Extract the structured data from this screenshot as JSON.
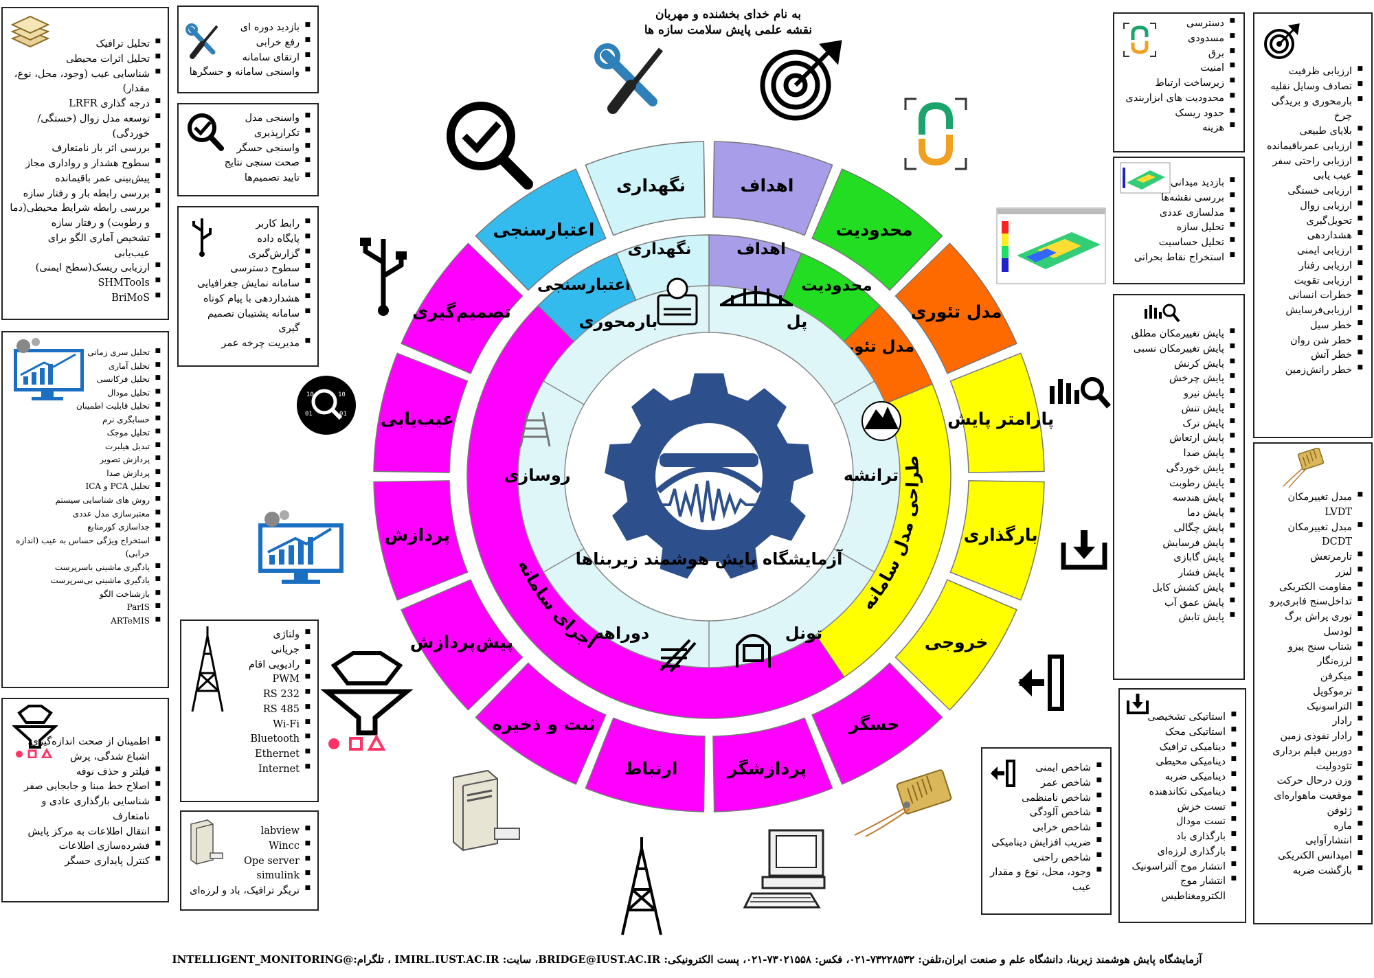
{
  "header": {
    "line1": "به نام خدای بخشنده و مهربان",
    "line2": "نقشه علمی پایش سلامت سازه ها"
  },
  "footer": {
    "text": "آزمایشگاه پایش هوشمند زیربنا، دانشگاه علم و صنعت ایران،تلفن: ۷۳۲۲۸۵۳۲-۰۲۱، فکس: ۷۳۰۲۱۵۵۸-۰۲۱، پست الکترونیکی: BRIDGE@IUST.AC.IR، سایت: IMIRL.IUST.AC.IR ، تلگرام:@INTELLIGENT_MONITORING"
  },
  "center": {
    "title": "آزمایشگاه پایش هوشمند زیربناها"
  },
  "colors": {
    "magenta": "#ff00ff",
    "cyan": "#33bbee",
    "lightcyan": "#cff4f9",
    "lavender": "#a79de8",
    "green": "#22dd22",
    "orange": "#ff6a00",
    "yellow": "#ffff00",
    "gear": "#2d4f8c"
  },
  "outer_ring": [
    {
      "label": "اهداف",
      "color": "#a79de8"
    },
    {
      "label": "محدودیت",
      "color": "#22dd22"
    },
    {
      "label": "مدل تئوری",
      "color": "#ff6a00"
    },
    {
      "label": "پارامتر پایش",
      "color": "#ffff00"
    },
    {
      "label": "بارگذاری",
      "color": "#ffff00"
    },
    {
      "label": "خروجی",
      "color": "#ffff00"
    },
    {
      "label": "حسگر",
      "color": "#ff00ff"
    },
    {
      "label": "پردازشگر",
      "color": "#ff00ff"
    },
    {
      "label": "ارتباط",
      "color": "#ff00ff"
    },
    {
      "label": "ثبت و ذخیره",
      "color": "#ff00ff"
    },
    {
      "label": "پیش‌پردازش",
      "color": "#ff00ff"
    },
    {
      "label": "پردازش",
      "color": "#ff00ff"
    },
    {
      "label": "عیب‌یابی",
      "color": "#ff00ff"
    },
    {
      "label": "تصمیم‌گیری",
      "color": "#ff00ff"
    },
    {
      "label": "اعتبارسنجی",
      "color": "#33bbee"
    },
    {
      "label": "نگهداری",
      "color": "#cff4f9"
    }
  ],
  "middle_ring": [
    {
      "label": "اهداف",
      "color": "#a79de8"
    },
    {
      "label": "محدودیت",
      "color": "#22dd22"
    },
    {
      "label": "مدل تئوری",
      "color": "#ff6a00"
    },
    {
      "label": "طراحی مدل سامانه",
      "color": "#ffff00"
    },
    {
      "label": "اجرای سامانه",
      "color": "#ff00ff"
    },
    {
      "label": "اعتبارسنجی",
      "color": "#33bbee"
    },
    {
      "label": "نگهداری",
      "color": "#cff4f9"
    }
  ],
  "inner_sectors": [
    "پل",
    "ترانشه",
    "تونل",
    "دوراهه",
    "روسازی",
    "بارمحوری"
  ],
  "boxes": {
    "analysis": [
      "تحلیل ترافیک",
      "تحلیل اثرات محیطی",
      "شناسایی عیب (وجود، محل، نوع، مقدار)",
      "درجه گذاری LRFR",
      "توسعه مدل زوال (خستگی/خوردگی)",
      "بررسی اثر بار نامتعارف",
      "سطوح هشدار و رواداری مجاز",
      "پیش‌بینی عمر باقیمانده",
      "بررسی رابطه بار و رفتار سازه",
      "بررسی رابطه شرایط محیطی(دما و رطوبت) و رفتار سازه",
      "تشخیص آماری الگو برای عیب‌یابی",
      "ارزیابی ریسک(سطح ایمنی)",
      "SHMTools",
      "BriMoS"
    ],
    "maintenance": [
      "بازدید دوره ای",
      "رفع خرابی",
      "ارتقای سامانه",
      "واسنجی سامانه و حسگرها"
    ],
    "validation": [
      "واسنجی مدل",
      "تکرارپذیری",
      "واسنجی حسگر",
      "صحت سنجی نتایج",
      "تایید تصمیم‌ها"
    ],
    "decision": [
      "رابط کاربر",
      "پایگاه داده",
      "گزارش‌گیری",
      "سطوح دسترسی",
      "سامانه نمایش جغرافیایی",
      "هشداردهی با پیام کوتاه",
      "سامانه پشتیبان تصمیم گیری",
      "مدیریت چرخه عمر"
    ],
    "processing": [
      "تحلیل سری زمانی",
      "تحلیل آماری",
      "تحلیل فرکانسی",
      "تحلیل مودال",
      "تحلیل قابلیت اطمینان",
      "حسابگری نرم",
      "تحلیل موجک",
      "تبدیل هیلبرت",
      "پردازش تصویر",
      "پردازش صدا",
      "تحلیل PCA و ICA",
      "روش های شناسایی سیستم",
      "معتبرسازی مدل عددی",
      "جداسازی کورمنابع",
      "استخراج ویژگی حساس به عیب (اندازه خرابی)",
      "یادگیری ماشینی باسرپرست",
      "یادگیری ماشینی بی‌سرپرست",
      "بازشناخت الگو",
      "ParIS",
      "ARTeMIS"
    ],
    "communication": [
      "ولتاژی",
      "جریانی",
      "رادیویی اقام",
      "PWM",
      "RS 232",
      "RS 485",
      "Wi-Fi",
      "Bluetooth",
      "Ethernet",
      "Internet"
    ],
    "preprocessing": [
      "اطمینان از صحت اندازه‌گیری، اشباع شدگی، پرش",
      "فیلتر و حذف نوفه",
      "اصلاح خط مبنا و جابجایی صفر",
      "شناسایی بارگذاری عادی و نامتعارف",
      "انتقال اطلاعات به مرکز پایش",
      "فشرده‌سازی اطلاعات",
      "کنترل پایداری حسگر"
    ],
    "storage": [
      "labview",
      "Wincc",
      "Ope server",
      "simulink",
      "تریگر ترافیک، باد و لرزه‌ای"
    ],
    "constraints": [
      "دسترسی",
      "مسدودی",
      "برق",
      "امنیت",
      "زیرساخت ارتباط",
      "محدودیت های ابزاربندی",
      "حدود ریسک",
      "هزینه"
    ],
    "theory": [
      "بازدید میدانی",
      "بررسی نقشه‌ها",
      "مدلسازی عددی",
      "تحلیل سازه",
      "تحلیل حساسیت",
      "استخراج نقاط بحرانی"
    ],
    "goals": [
      "ارزیابی ظرفیت",
      "تصادف وسایل نقلیه",
      "بارمحوری و بریدگی چرخ",
      "بلایای طبیعی",
      "ارزیابی عمرباقیمانده",
      "ارزیابی راحتی سفر",
      "عیب یابی",
      "ارزیابی خستگی",
      "ارزیابی زوال",
      "تحویل‌گیری",
      "هشداردهی",
      "ارزیابی ایمنی",
      "ارزیابی رفتار",
      "ارزیابی تقویت",
      "خطرات انسانی",
      "ارزیابی‌فرسایش",
      "خطر سیل",
      "خطر شن روان",
      "خطر آتش",
      "خطر رانش‌زمین"
    ],
    "parameters": [
      "پایش تغییرمکان مطلق",
      "پایش تغییرمکان نسبی",
      "پایش کرنش",
      "پایش چرخش",
      "پایش نیرو",
      "پایش تنش",
      "پایش ترک",
      "پایش ارتعاش",
      "پایش صدا",
      "پایش خوردگی",
      "پایش رطوبت",
      "پایش هندسه",
      "پایش دما",
      "پایش چگالی",
      "پایش فرسایش",
      "پایش گابازی",
      "پایش فشار",
      "پایش کشش کابل",
      "پایش عمق آب",
      "پایش تابش"
    ],
    "sensors": [
      "مبدل تغییرمکان LVDT",
      "مبدل تغییرمکان DCDT",
      "تارمرتعش",
      "لیزر",
      "مقاومت الکتریکی",
      "تداخل‌سنج فابری‌پرو",
      "توری پراش برگ",
      "لودسل",
      "شتاب سنج پیزو",
      "لرزه‌نگار",
      "میکرفن",
      "ترموکوپل",
      "التراسونیک",
      "رادار",
      "رادار نفوذی زمین",
      "دوربین فیلم برداری",
      "تئودولیت",
      "وزن درحال حرکت",
      "موقعیت ماهواره‌ای",
      "ژئوفن",
      "ماره",
      "انتشارآوایی",
      "امپدانس الکتریکی",
      "بازگشت ضربه"
    ],
    "loading": [
      "استاتیکی تشخیصی",
      "استاتیکی محک",
      "دینامیکی ترافیک",
      "دینامیکی محیطی",
      "دینامیکی ضربه",
      "دینامیکی تکاندهنده",
      "تست خزش",
      "تست مودال",
      "بارگذاری باد",
      "بارگذاری لرزه‌ای",
      "انتشار موج آلتراسونیک",
      "انتشار موج الکترومغناطیس"
    ],
    "output": [
      "شاخص ایمنی",
      "شاخص عمر",
      "شاخص نامنظمی",
      "شاخص آلودگی",
      "شاخص خرابی",
      "ضریب افزایش دینامیکی",
      "شاخص راحتی",
      "وجود، محل، نوع و مقدار عیب"
    ]
  }
}
